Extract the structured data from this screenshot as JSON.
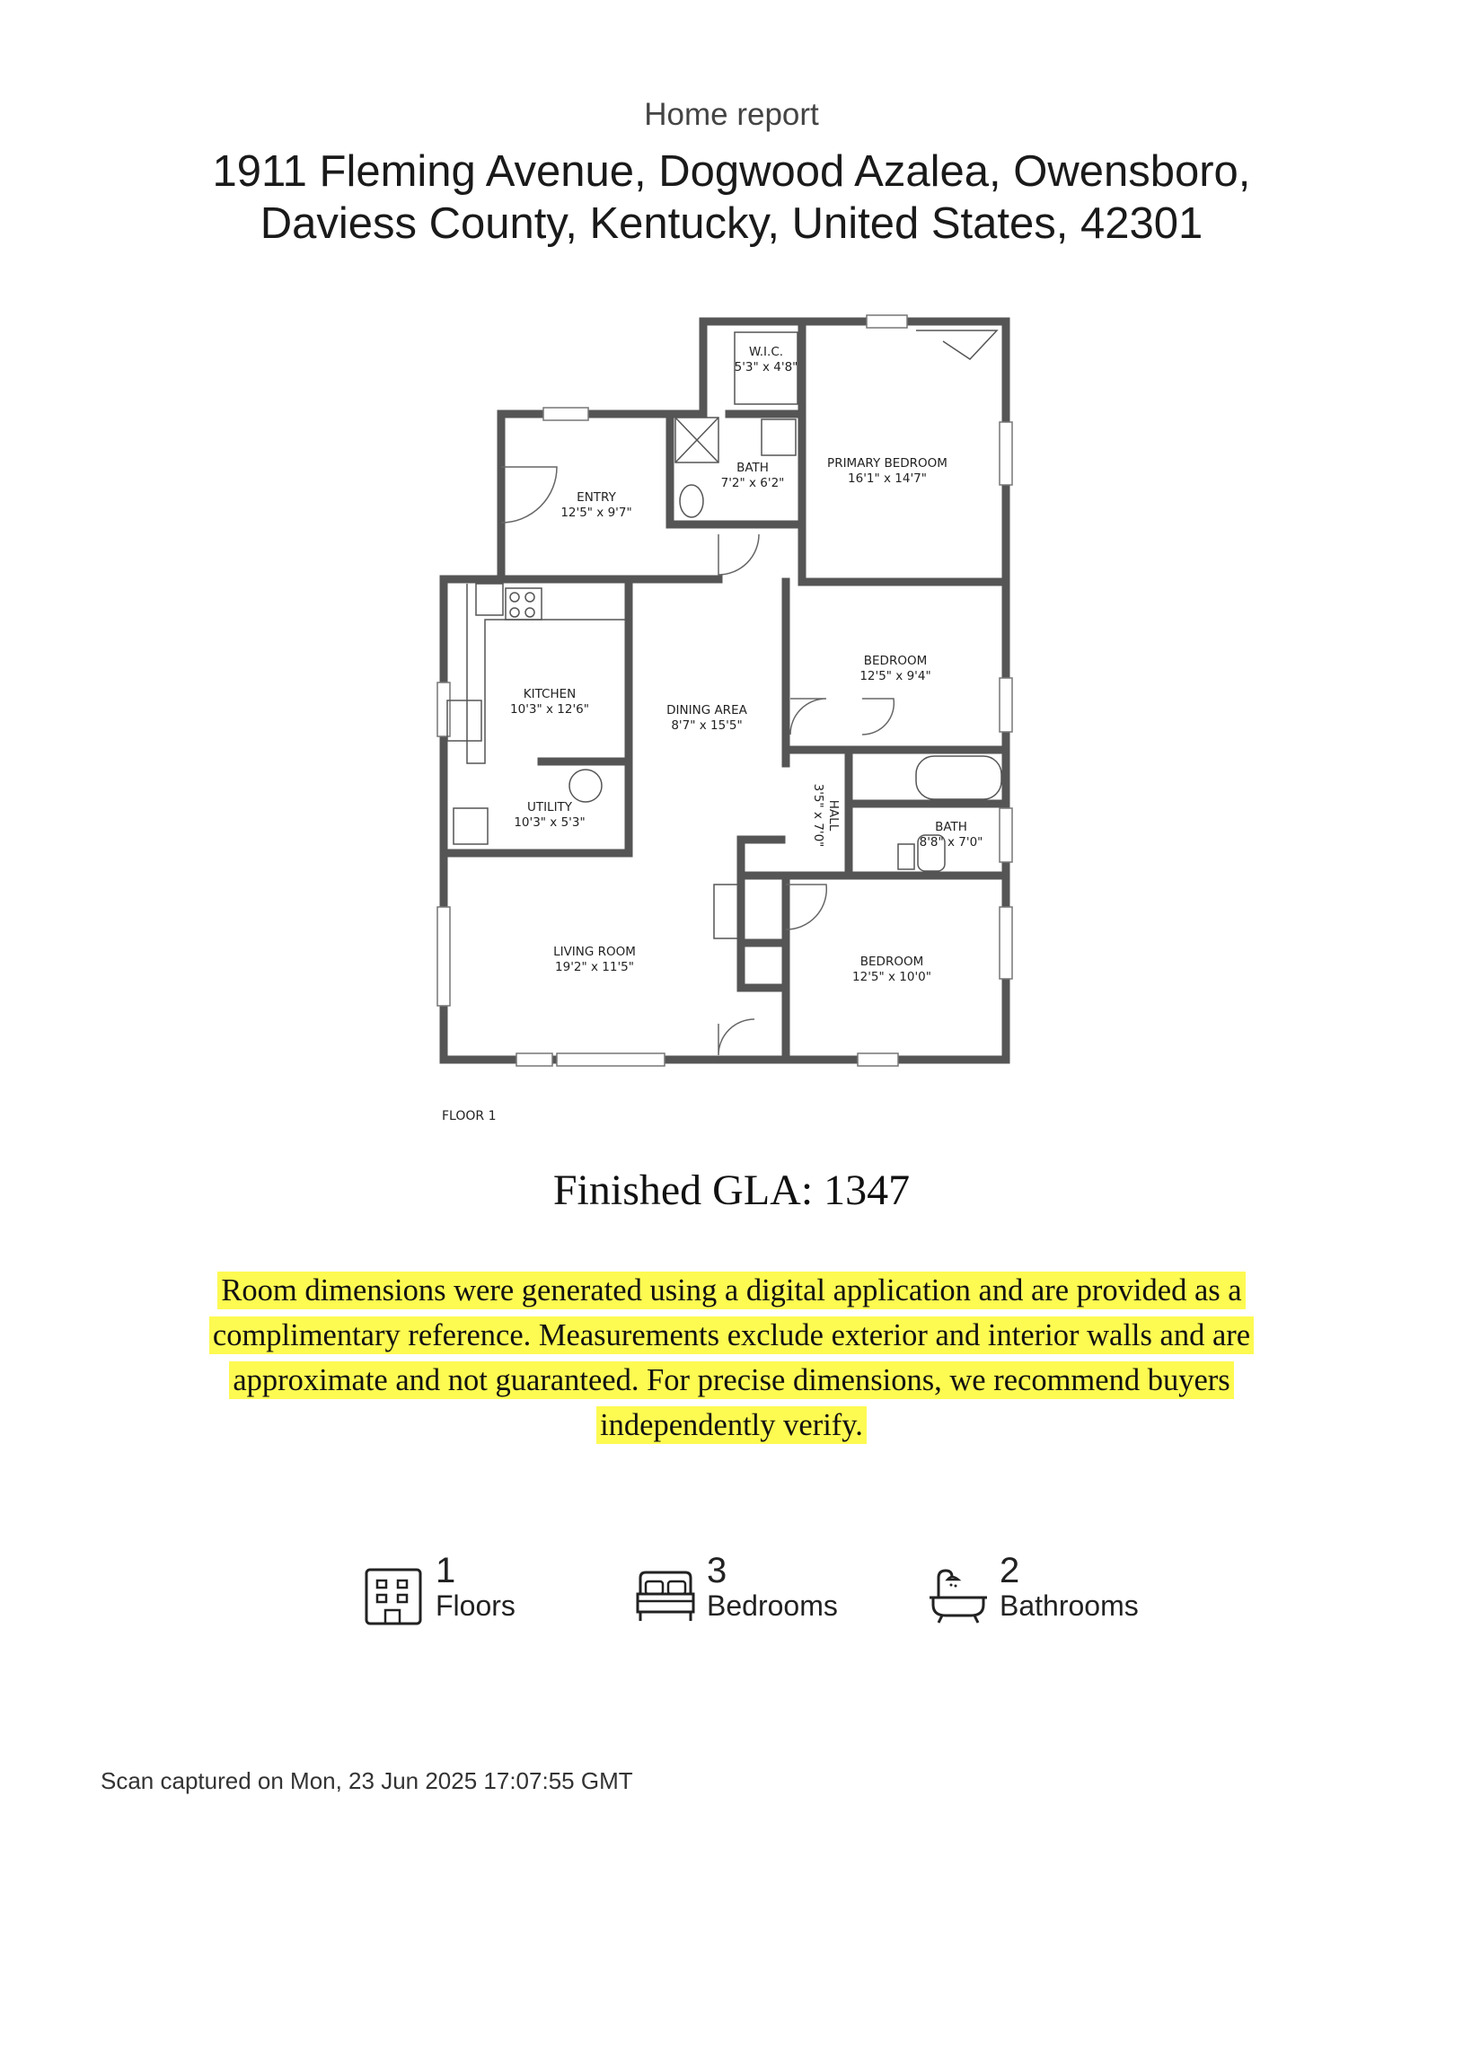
{
  "header": {
    "report_label": "Home report",
    "address_line1": "1911 Fleming Avenue, Dogwood Azalea, Owensboro,",
    "address_line2": "Daviess County, Kentucky, United States, 42301"
  },
  "floorplan": {
    "floor_label": "FLOOR 1",
    "rooms": [
      {
        "name": "W.I.C.",
        "dims": "5'3\" x 4'8\""
      },
      {
        "name": "BATH",
        "dims": "7'2\" x 6'2\""
      },
      {
        "name": "PRIMARY BEDROOM",
        "dims": "16'1\" x 14'7\""
      },
      {
        "name": "ENTRY",
        "dims": "12'5\" x 9'7\""
      },
      {
        "name": "KITCHEN",
        "dims": "10'3\" x 12'6\""
      },
      {
        "name": "DINING AREA",
        "dims": "8'7\" x 15'5\""
      },
      {
        "name": "BEDROOM",
        "dims": "12'5\" x 9'4\""
      },
      {
        "name": "HALL",
        "dims": "3'5\" x 7'0\""
      },
      {
        "name": "UTILITY",
        "dims": "10'3\" x 5'3\""
      },
      {
        "name": "BATH",
        "dims": "8'8\" x 7'0\""
      },
      {
        "name": "LIVING ROOM",
        "dims": "19'2\" x 11'5\""
      },
      {
        "name": "BEDROOM",
        "dims": "12'5\" x 10'0\""
      }
    ]
  },
  "gla": {
    "text": "Finished GLA: 1347"
  },
  "disclaimer": {
    "line1": "Room dimensions were generated using a digital application and are provided as a",
    "line2": "complimentary reference.  Measurements exclude exterior and interior walls and are",
    "line3": "approximate and not guaranteed. For precise dimensions, we recommend buyers",
    "line4": "independently verify.",
    "highlight_color": "#fdfa52"
  },
  "stats": [
    {
      "value": "1",
      "label": "Floors",
      "icon": "building-icon"
    },
    {
      "value": "3",
      "label": "Bedrooms",
      "icon": "bed-icon"
    },
    {
      "value": "2",
      "label": "Bathrooms",
      "icon": "bathtub-icon"
    }
  ],
  "footer": {
    "scan_text": "Scan captured on Mon, 23 Jun 2025 17:07:55 GMT"
  },
  "colors": {
    "wall": "#555555",
    "text": "#222222"
  }
}
